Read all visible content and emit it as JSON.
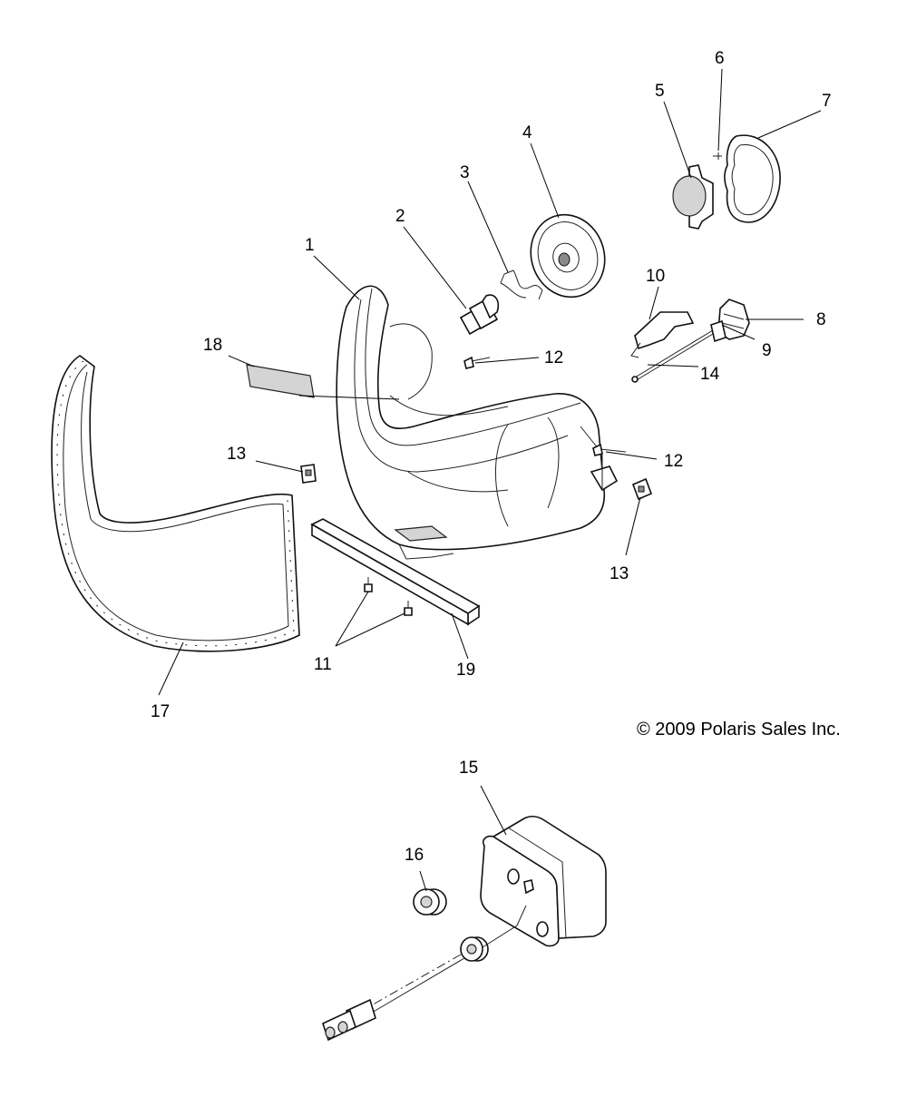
{
  "diagram": {
    "copyright": "© 2009 Polaris Sales Inc.",
    "callouts": [
      {
        "id": "c1",
        "label": "1"
      },
      {
        "id": "c2",
        "label": "2"
      },
      {
        "id": "c3",
        "label": "3"
      },
      {
        "id": "c4",
        "label": "4"
      },
      {
        "id": "c5",
        "label": "5"
      },
      {
        "id": "c6",
        "label": "6"
      },
      {
        "id": "c7",
        "label": "7"
      },
      {
        "id": "c8",
        "label": "8"
      },
      {
        "id": "c9",
        "label": "9"
      },
      {
        "id": "c10",
        "label": "10"
      },
      {
        "id": "c11",
        "label": "11"
      },
      {
        "id": "c12a",
        "label": "12"
      },
      {
        "id": "c12b",
        "label": "12"
      },
      {
        "id": "c13a",
        "label": "13"
      },
      {
        "id": "c13b",
        "label": "13"
      },
      {
        "id": "c14",
        "label": "14"
      },
      {
        "id": "c15",
        "label": "15"
      },
      {
        "id": "c16",
        "label": "16"
      },
      {
        "id": "c17",
        "label": "17"
      },
      {
        "id": "c18",
        "label": "18"
      },
      {
        "id": "c19",
        "label": "19"
      }
    ]
  }
}
